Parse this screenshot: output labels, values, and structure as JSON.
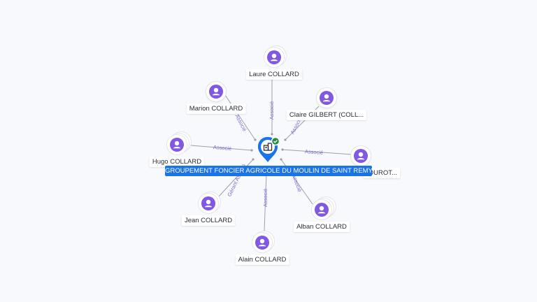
{
  "colors": {
    "edge": "#9aa0ad",
    "edge_label": "#7b6fd6",
    "pin": "#1a73e8",
    "person": "#8058e3",
    "check": "#1e8e3e"
  },
  "center": {
    "name": "GROUPEMENT FONCIER AGRICOLE DU MOULIN DE SAINT REMY",
    "icon": "company-building-icon",
    "badge_icon": "verified-check-icon"
  },
  "people": [
    {
      "id": "laure",
      "name": "Laure COLLARD",
      "edge_label": "Associé"
    },
    {
      "id": "marion",
      "name": "Marion COLLARD",
      "edge_label": "Associé"
    },
    {
      "id": "claire",
      "name": "Claire GILBERT (COLL...",
      "edge_label": "Associé"
    },
    {
      "id": "hugo",
      "name": "Hugo COLLARD",
      "edge_label": "Associé"
    },
    {
      "id": "durot",
      "name": "(DUROT...",
      "edge_label": "Associé"
    },
    {
      "id": "jean",
      "name": "Jean COLLARD",
      "edge_label": "Gérant Associé"
    },
    {
      "id": "alban",
      "name": "Alban COLLARD",
      "edge_label": "Associé"
    },
    {
      "id": "alain",
      "name": "Alain COLLARD",
      "edge_label": "Associé"
    }
  ]
}
